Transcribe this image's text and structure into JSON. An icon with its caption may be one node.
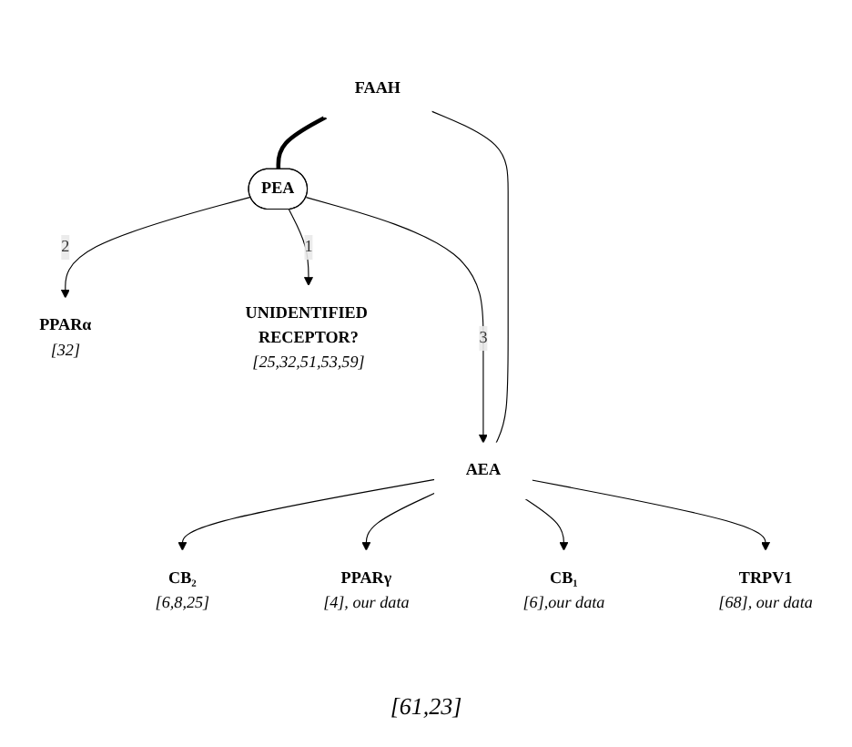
{
  "diagram": {
    "nodes": [
      {
        "text": [
          "PPARα",
          "[32]"
        ]
      },
      {
        "text": [
          "UNIDENTIFIED RECEPTOR?",
          "[25,32,51,53,59]"
        ]
      },
      {
        "text": [
          "PEA"
        ]
      },
      {
        "text": [
          "FAAH"
        ]
      },
      {
        "text": [
          "AEA"
        ]
      },
      {
        "text": [
          "CB₂",
          "[6,8,25]"
        ]
      },
      {
        "text": [
          "PPARγ",
          "[4], our data"
        ]
      },
      {
        "text": [
          "CB₁",
          "[6],our data"
        ]
      },
      {
        "text": [
          "TRPV1",
          "[68], our data"
        ]
      }
    ],
    "edges": [
      {
        "from": 2,
        "to": 0,
        "arrow": "to",
        "label": "2"
      },
      {
        "from": 2,
        "to": 1,
        "arrow": "to",
        "label": "1"
      },
      {
        "from": 3,
        "to": 2,
        "arrow": "none",
        "style": "thick"
      },
      {
        "from": 2,
        "to": 4,
        "arrow": "to",
        "label": "3"
      },
      {
        "from": 3,
        "to": 4,
        "arrow": "none"
      },
      {
        "from": 4,
        "to": 5,
        "arrow": "to"
      },
      {
        "from": 4,
        "to": 6,
        "arrow": "to"
      },
      {
        "from": 4,
        "to": 7,
        "arrow": "to"
      },
      {
        "from": 4,
        "to": 8,
        "arrow": "to"
      }
    ],
    "labels": [
      "[61,23]"
    ]
  }
}
